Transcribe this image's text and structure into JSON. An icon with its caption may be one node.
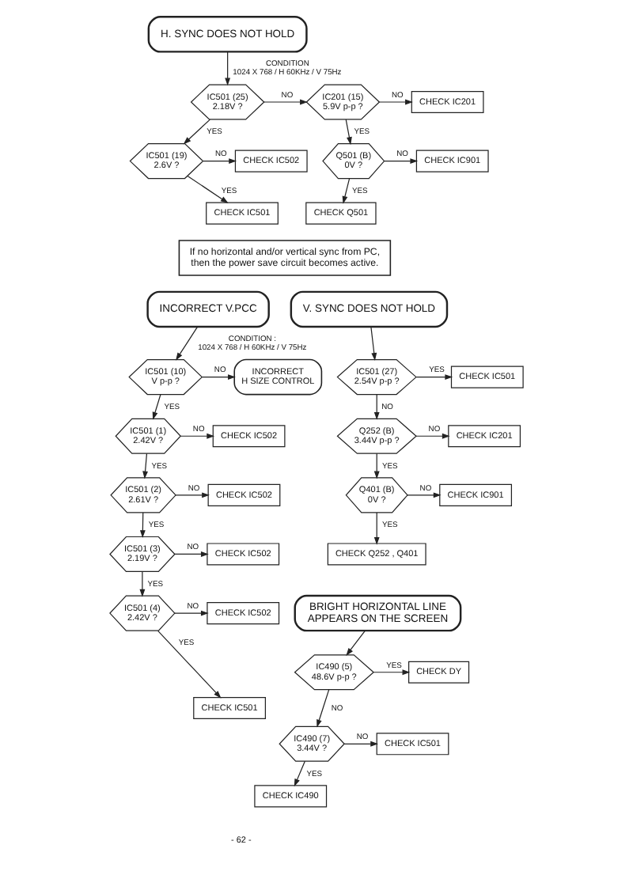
{
  "diagram": {
    "nodes": [
      {
        "text": [
          "H. SYNC DOES NOT HOLD"
        ]
      },
      {
        "text": [
          "IC501 (25) 2.18V ?"
        ]
      },
      {
        "text": [
          "IC501 (19) 2.6V ?"
        ]
      },
      {
        "text": [
          "CHECK IC502"
        ]
      },
      {
        "text": [
          "CHECK IC501"
        ]
      },
      {
        "text": [
          "IC201 (15) 5.9V p-p ?"
        ]
      },
      {
        "text": [
          "CHECK IC201"
        ]
      },
      {
        "text": [
          "Q501 (B) 0V ?"
        ]
      },
      {
        "text": [
          "CHECK IC901"
        ]
      },
      {
        "text": [
          "CHECK Q501"
        ]
      },
      {
        "text": [
          "If no horizontal and/or vertical sync from PC, then the power save circuit becomes active."
        ]
      },
      {
        "text": [
          "INCORRECT V.PCC"
        ]
      },
      {
        "text": [
          "IC501 (10) V p-p ?"
        ]
      },
      {
        "text": [
          "INCORRECT H SIZE CONTROL"
        ]
      },
      {
        "text": [
          "IC501 (1) 2.42V ?"
        ]
      },
      {
        "text": [
          "CHECK IC502"
        ]
      },
      {
        "text": [
          "IC501 (2) 2.61V ?"
        ]
      },
      {
        "text": [
          "CHECK IC502"
        ]
      },
      {
        "text": [
          "IC501 (3) 2.19V ?"
        ]
      },
      {
        "text": [
          "CHECK IC502"
        ]
      },
      {
        "text": [
          "IC501 (4) 2.42V ?"
        ]
      },
      {
        "text": [
          "CHECK IC502"
        ]
      },
      {
        "text": [
          "CHECK IC501"
        ]
      },
      {
        "text": [
          "V. SYNC DOES NOT HOLD"
        ]
      },
      {
        "text": [
          "IC501 (27) 2.54V p-p ?"
        ]
      },
      {
        "text": [
          "CHECK IC501"
        ]
      },
      {
        "text": [
          "Q252 (B) 3.44V p-p ?"
        ]
      },
      {
        "text": [
          "CHECK IC201"
        ]
      },
      {
        "text": [
          "Q401 (B) 0V ?"
        ]
      },
      {
        "text": [
          "CHECK IC901"
        ]
      },
      {
        "text": [
          "CHECK Q252 , Q401"
        ]
      },
      {
        "text": [
          "BRIGHT HORIZONTAL LINE APPEARS ON THE SCREEN"
        ]
      },
      {
        "text": [
          "IC490 (5) 48.6V p-p ?"
        ]
      },
      {
        "text": [
          "CHECK DY"
        ]
      },
      {
        "text": [
          "IC490 (7) 3.44V ?"
        ]
      },
      {
        "text": [
          "CHECK IC501"
        ]
      },
      {
        "text": [
          "CHECK IC490"
        ]
      }
    ],
    "edges": [
      {
        "from": 0,
        "to": 1,
        "arrow": "to",
        "label": "CONDITION 1024 X 768 / H 60KHz / V 75Hz"
      },
      {
        "from": 1,
        "to": 5,
        "arrow": "to",
        "label": "NO"
      },
      {
        "from": 1,
        "to": 2,
        "arrow": "to",
        "label": "YES"
      },
      {
        "from": 2,
        "to": 3,
        "arrow": "to",
        "label": "NO"
      },
      {
        "from": 2,
        "to": 4,
        "arrow": "to",
        "label": "YES"
      },
      {
        "from": 5,
        "to": 6,
        "arrow": "to",
        "label": "NO"
      },
      {
        "from": 5,
        "to": 7,
        "arrow": "to",
        "label": "YES"
      },
      {
        "from": 7,
        "to": 8,
        "arrow": "to",
        "label": "NO"
      },
      {
        "from": 7,
        "to": 9,
        "arrow": "to",
        "label": "YES"
      },
      {
        "from": 11,
        "to": 12,
        "arrow": "to",
        "label": "CONDITION : 1024 X 768 / H 60KHz / V 75Hz"
      },
      {
        "from": 12,
        "to": 13,
        "arrow": "to",
        "label": "NO"
      },
      {
        "from": 12,
        "to": 14,
        "arrow": "to",
        "label": "YES"
      },
      {
        "from": 14,
        "to": 15,
        "arrow": "to",
        "label": "NO"
      },
      {
        "from": 14,
        "to": 16,
        "arrow": "to",
        "label": "YES"
      },
      {
        "from": 16,
        "to": 17,
        "arrow": "to",
        "label": "NO"
      },
      {
        "from": 16,
        "to": 18,
        "arrow": "to",
        "label": "YES"
      },
      {
        "from": 18,
        "to": 19,
        "arrow": "to",
        "label": "NO"
      },
      {
        "from": 18,
        "to": 20,
        "arrow": "to",
        "label": "YES"
      },
      {
        "from": 20,
        "to": 21,
        "arrow": "to",
        "label": "NO"
      },
      {
        "from": 20,
        "to": 22,
        "arrow": "to",
        "label": "YES"
      },
      {
        "from": 23,
        "to": 24,
        "arrow": "to"
      },
      {
        "from": 24,
        "to": 25,
        "arrow": "to",
        "label": "YES"
      },
      {
        "from": 24,
        "to": 26,
        "arrow": "to",
        "label": "NO"
      },
      {
        "from": 26,
        "to": 27,
        "arrow": "to",
        "label": "NO"
      },
      {
        "from": 26,
        "to": 28,
        "arrow": "to",
        "label": "YES"
      },
      {
        "from": 28,
        "to": 29,
        "arrow": "to",
        "label": "NO"
      },
      {
        "from": 28,
        "to": 30,
        "arrow": "to",
        "label": "YES"
      },
      {
        "from": 31,
        "to": 32,
        "arrow": "to"
      },
      {
        "from": 32,
        "to": 33,
        "arrow": "to",
        "label": "YES"
      },
      {
        "from": 32,
        "to": 34,
        "arrow": "to",
        "label": "NO"
      },
      {
        "from": 34,
        "to": 35,
        "arrow": "to",
        "label": "NO"
      },
      {
        "from": 34,
        "to": 36,
        "arrow": "to",
        "label": "YES"
      }
    ],
    "labels": [
      "- 62 -"
    ]
  }
}
